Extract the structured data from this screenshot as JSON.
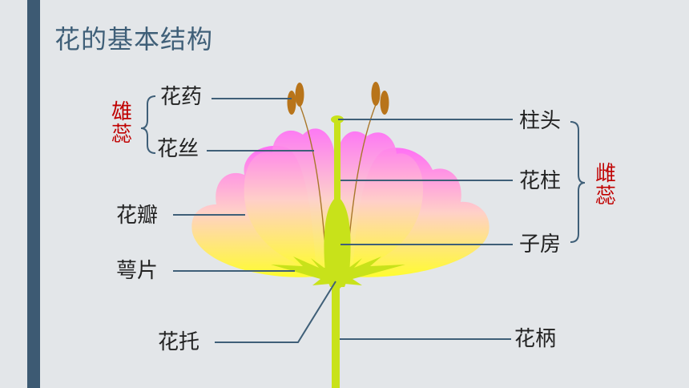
{
  "title": "花的基本结构",
  "groups": {
    "stamen": "雄\n蕊",
    "pistil": "雌\n蕊"
  },
  "labels": {
    "anther": "花药",
    "filament": "花丝",
    "petal": "花瓣",
    "sepal": "萼片",
    "receptacle": "花托",
    "stigma": "柱头",
    "style": "花柱",
    "ovary": "子房",
    "pedicel": "花柄"
  },
  "colors": {
    "accent_bar": "#3d5a73",
    "title": "#3f5f78",
    "group_label": "#c00000",
    "leader_line": "#3f5f78",
    "stem": "#c8e21a",
    "anther": "#b8741a"
  }
}
